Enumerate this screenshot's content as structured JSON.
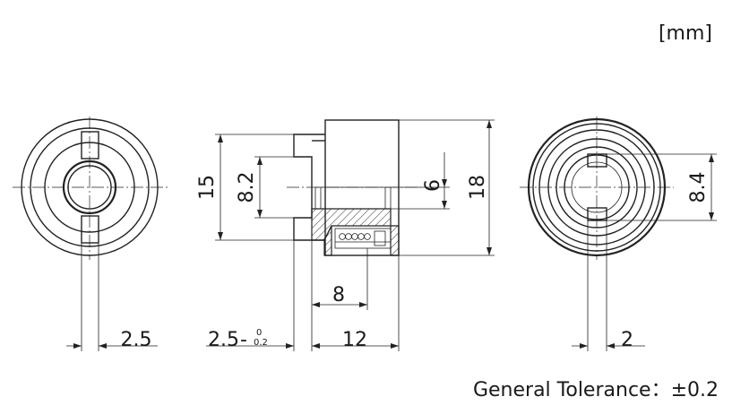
{
  "units": "[mm]",
  "tolerance": "General Tolerance：±0.2",
  "dimensions": {
    "left_slot": "2.5",
    "shaft_height": "15",
    "bore_height": "8.2",
    "inner_bore": "6",
    "body_height": "18",
    "depth": "8",
    "shaft_len": "2.5",
    "shaft_tol_upper": "0",
    "shaft_tol_lower": "0.2",
    "body_len": "12",
    "right_bore": "8.4",
    "right_slot": "2"
  }
}
